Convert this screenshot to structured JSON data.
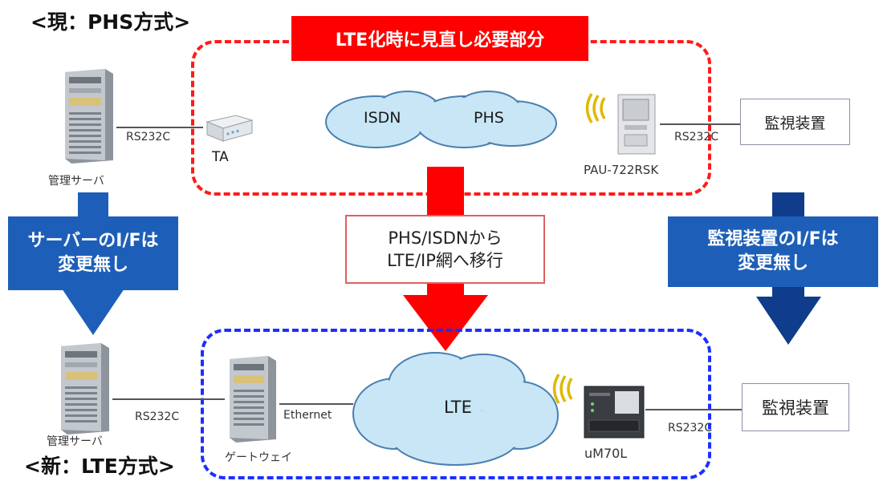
{
  "titles": {
    "current": "<現：PHS方式>",
    "new": "<新：LTE方式>"
  },
  "banner": "LTE化時に見直し必要部分",
  "notes": {
    "server_line1": "サーバーのI/Fは",
    "server_line2": "変更無し",
    "monitor_line1": "監視装置のI/Fは",
    "monitor_line2": "変更無し",
    "migrate_line1": "PHS/ISDNから",
    "migrate_line2": "LTE/IP網へ移行"
  },
  "top": {
    "server_label": "管理サーバ",
    "rs232c_left": "RS232C",
    "ta_label": "TA",
    "cloud_isdn": "ISDN",
    "cloud_phs": "PHS",
    "device_label": "PAU-722RSK",
    "rs232c_right": "RS232C",
    "monitor_label": "監視装置"
  },
  "bottom": {
    "server_label": "管理サーバ",
    "rs232c_left": "RS232C",
    "gateway_label": "ゲートウェイ",
    "ethernet_label": "Ethernet",
    "cloud_lte": "LTE",
    "device_label": "uM70L",
    "rs232c_right": "RS232C",
    "monitor_label": "監視装置"
  },
  "colors": {
    "red": "#ff0000",
    "blue_note": "#1d5fb8",
    "dark_blue_arrow": "#0f3d8c",
    "cloud_fill": "#c8e6f5",
    "signal_yellow": "#e0b800"
  },
  "icons": [
    "server-icon",
    "ta-modem-icon",
    "phs-terminal-icon",
    "gateway-icon",
    "lte-router-icon",
    "signal-icon",
    "down-arrow-icon"
  ]
}
